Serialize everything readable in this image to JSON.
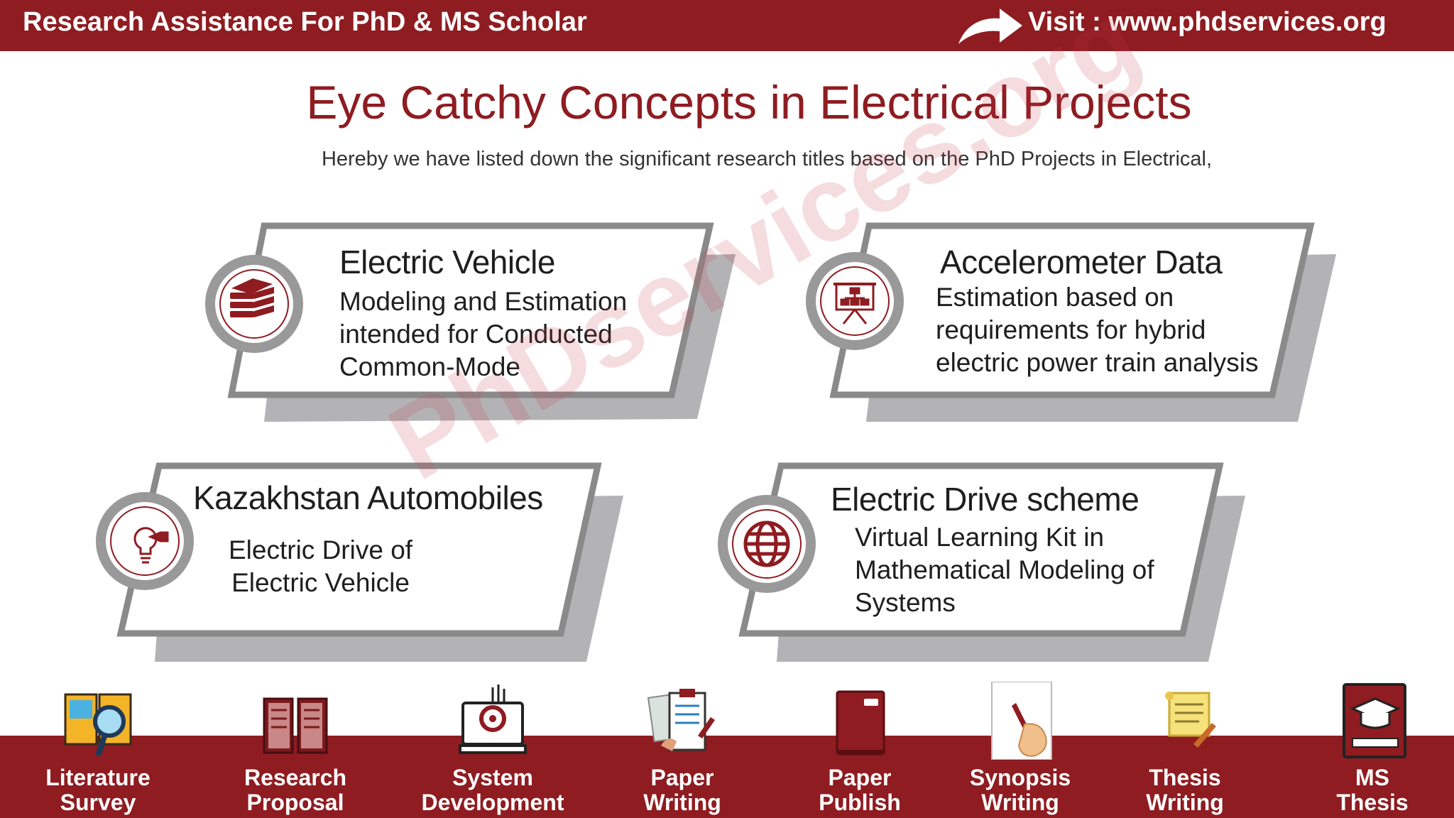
{
  "header": {
    "left_text": "Research Assistance For PhD & MS Scholar",
    "right_text": "Visit : www.phdservices.org"
  },
  "main": {
    "title": "Eye Catchy Concepts in Electrical Projects",
    "subtitle": "Hereby we have listed down the significant research titles based on the PhD Projects in Electrical,"
  },
  "cards": [
    {
      "title": "Electric Vehicle",
      "lines": [
        "Modeling and Estimation",
        "intended for Conducted",
        "Common-Mode"
      ],
      "icon": "books-icon"
    },
    {
      "title": "Accelerometer Data",
      "lines": [
        "Estimation based on",
        "requirements for hybrid",
        "electric power train analysis"
      ],
      "icon": "presentation-icon"
    },
    {
      "title": "Kazakhstan Automobiles",
      "lines": [
        "Electric Drive of",
        "Electric Vehicle"
      ],
      "icon": "lightbulb-icon"
    },
    {
      "title": "Electric Drive scheme",
      "lines": [
        "Virtual Learning Kit in",
        "Mathematical Modeling of",
        "Systems"
      ],
      "icon": "globe-icon"
    }
  ],
  "watermark": "PhDservices.org",
  "services": [
    {
      "line1": "Literature",
      "line2": "Survey"
    },
    {
      "line1": "Research",
      "line2": "Proposal"
    },
    {
      "line1": "System",
      "line2": "Development"
    },
    {
      "line1": "Paper",
      "line2": "Writing"
    },
    {
      "line1": "Paper",
      "line2": "Publish"
    },
    {
      "line1": "Synopsis",
      "line2": "Writing"
    },
    {
      "line1": "Thesis",
      "line2": "Writing"
    },
    {
      "line1": "MS",
      "line2": "Thesis"
    }
  ],
  "colors": {
    "brand": "#8e1c21",
    "card_border": "#8a8a8a",
    "card_shadow": "#b3b3b5"
  }
}
